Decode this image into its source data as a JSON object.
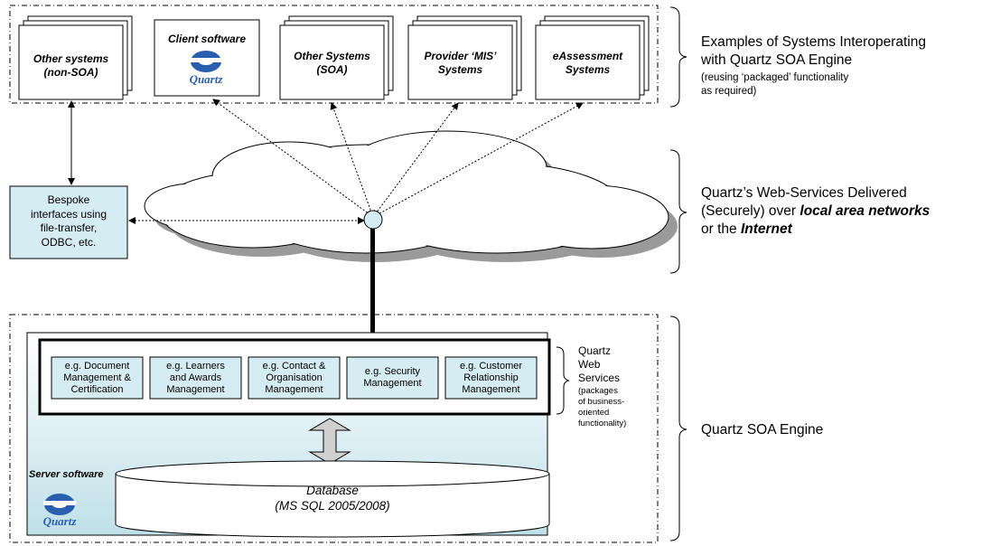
{
  "top_systems": {
    "other_non_soa": [
      "Other systems",
      "(non-SOA)"
    ],
    "client_software": "Client software",
    "client_logo_text": "Quartz",
    "other_soa": [
      "Other Systems",
      "(SOA)"
    ],
    "provider_mis": [
      "Provider ‘MIS’",
      "Systems"
    ],
    "eassessment": [
      "eAssessment",
      "Systems"
    ]
  },
  "right_labels": {
    "examples_title": [
      "Examples of Systems Interoperating",
      "with Quartz SOA Engine"
    ],
    "examples_note": [
      "(reusing ‘packaged’ functionality",
      "as required)"
    ],
    "webservices_line1": "Quartz’s Web-Services Delivered",
    "webservices_line2_prefix": "(Securely) over ",
    "webservices_line2_em": "local area networks",
    "webservices_line3_prefix": "or the ",
    "webservices_line3_em": "Internet",
    "engine": "Quartz SOA Engine"
  },
  "bespoke": [
    "Bespoke",
    "interfaces using",
    "file-transfer,",
    "ODBC, etc."
  ],
  "services": [
    [
      "e.g. Document",
      "Management &",
      "Certification"
    ],
    [
      "e.g. Learners",
      "and Awards",
      "Management"
    ],
    [
      "e.g. Contact &",
      "Organisation",
      "Management"
    ],
    [
      "e.g. Security",
      "Management"
    ],
    [
      "e.g. Customer",
      "Relationship",
      "Management"
    ]
  ],
  "web_services_label": {
    "title": [
      "Quartz",
      "Web",
      "Services"
    ],
    "note": [
      "(packages",
      "of business-",
      "oriented",
      "functionality)"
    ]
  },
  "server_software": "Server software",
  "server_logo_text": "Quartz",
  "database": [
    "Database",
    "(MS SQL 2005/2008)"
  ],
  "colors": {
    "box_fill": "#d4ecf2",
    "engine_fill_top": "#ffffff",
    "engine_fill_bottom": "#bfe0e8",
    "cloud_shadow": "#9a9a9a"
  }
}
